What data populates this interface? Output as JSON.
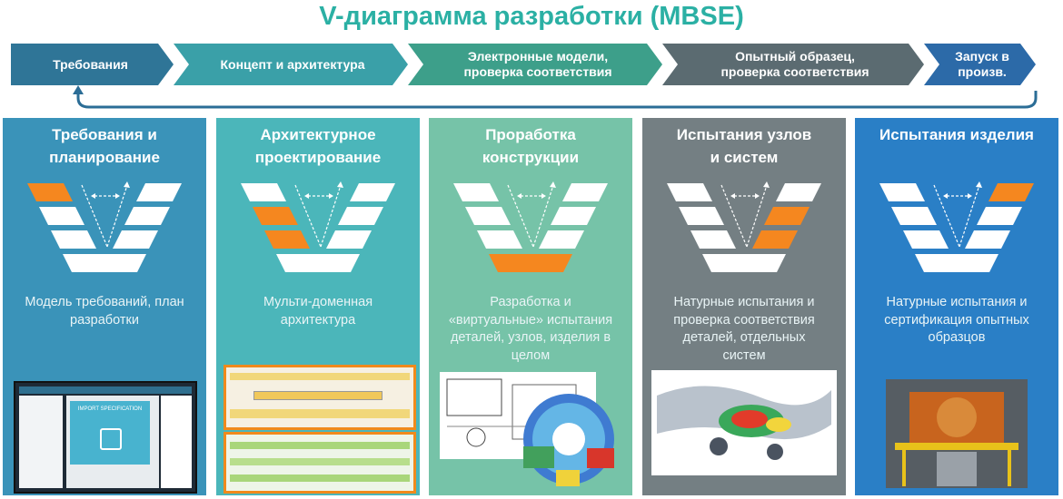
{
  "title": "V-диаграмма разработки (MBSE)",
  "colors": {
    "title": "#2bb0a4",
    "highlight": "#f5871f",
    "col1": "#3a93b9",
    "col2": "#4bb6ba",
    "col3": "#76c3a8",
    "col4": "#747f83",
    "col5": "#2a7fc6"
  },
  "process_steps": [
    {
      "label": "Требования",
      "color": "#2f7597"
    },
    {
      "label": "Концепт и архитектура",
      "color": "#3aa0a8"
    },
    {
      "label": "Электронные модели,\nпроверка соответствия",
      "color": "#3d9f8a"
    },
    {
      "label": "Опытный образец,\nпроверка соответствия",
      "color": "#5b6b71"
    },
    {
      "label": "Запуск в\nпроизв.",
      "color": "#2c6aa8"
    }
  ],
  "columns": [
    {
      "title": "Требования и\nпланирование",
      "description": "Модель требований, план\nразработки",
      "highlight": [
        "L1"
      ],
      "thumbnail": "requirements-software-screenshot",
      "thumbnail_text": "IMPORT SPECIFICATION"
    },
    {
      "title": "Архитектурное\nпроектирование",
      "description": "Мульти-доменная\nархитектура",
      "highlight": [
        "L2",
        "L3"
      ],
      "thumbnail": "architecture-diagram-screenshot"
    },
    {
      "title": "Проработка\nконструкции",
      "description": "Разработка и\n«виртуальные» испытания\nдеталей, узлов, изделия в\nцелом",
      "highlight": [
        "B"
      ],
      "thumbnail": "cad-simulation-gear"
    },
    {
      "title": "Испытания узлов\nи систем",
      "description": "Натурные испытания и\nпроверка соответствия\nдеталей, отдельных\nсистем",
      "highlight": [
        "R2",
        "R3"
      ],
      "thumbnail": "stress-analysis-part"
    },
    {
      "title": "Испытания изделия",
      "description": "Натурные испытания и\nсертификация опытных\nобразцов",
      "highlight": [
        "R1"
      ],
      "thumbnail": "test-rig-photo"
    }
  ]
}
